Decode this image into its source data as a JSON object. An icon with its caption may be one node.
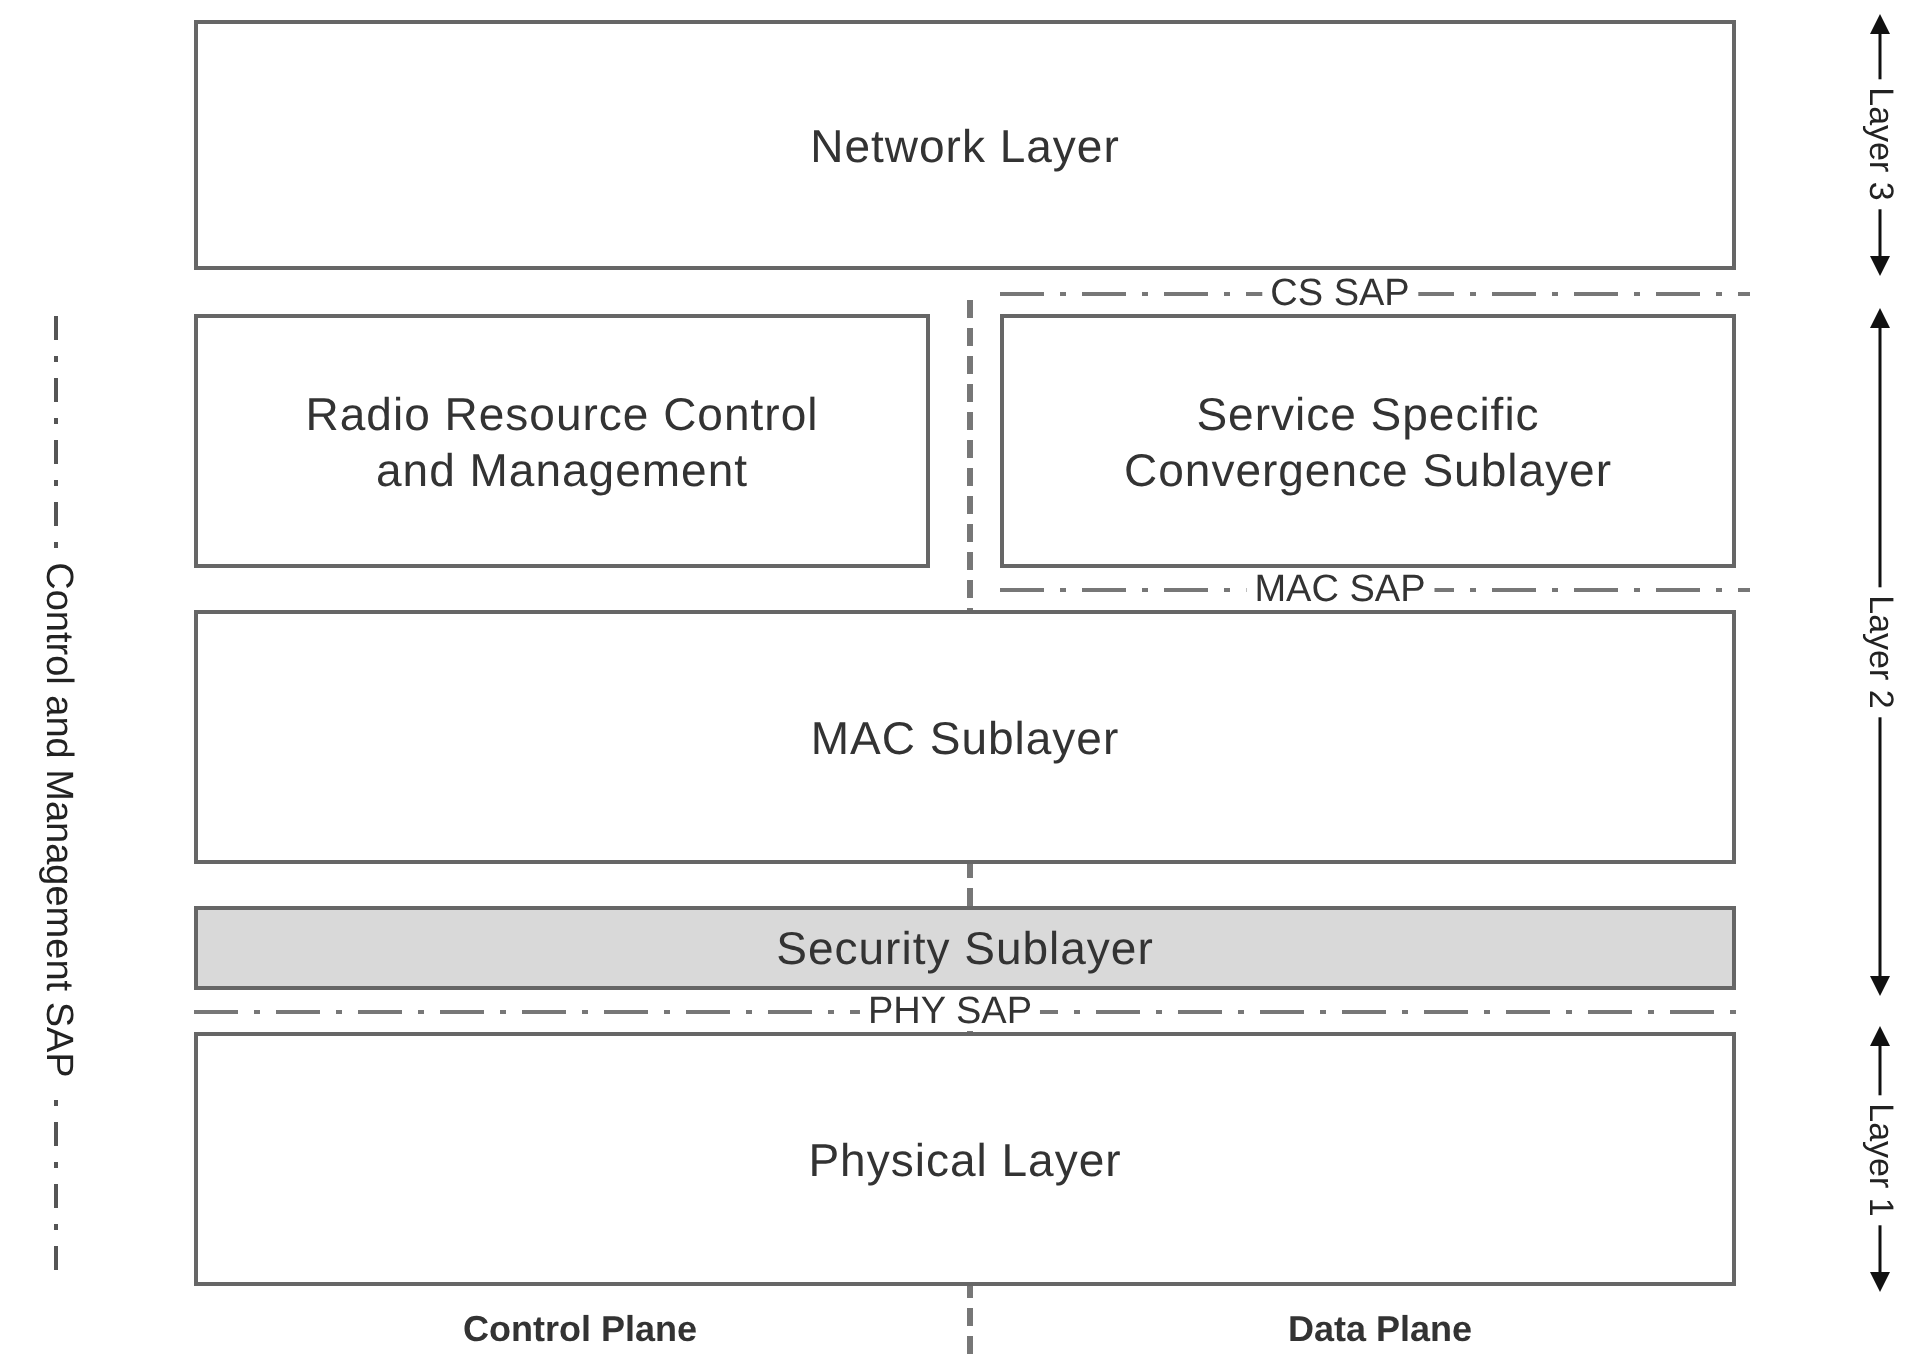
{
  "diagram": {
    "nodes": [
      {
        "text": [
          "Network Layer"
        ]
      },
      {
        "text": [
          "Radio Resource Control and Management"
        ]
      },
      {
        "text": [
          "Service Specific Convergence Sublayer"
        ]
      },
      {
        "text": [
          "MAC Sublayer"
        ]
      },
      {
        "text": [
          "Security Sublayer"
        ]
      },
      {
        "text": [
          "Physical Layer"
        ]
      }
    ],
    "labels": [
      "Layer 3",
      "CS SAP",
      "Layer 2",
      "Control and Management SAP",
      "MAC SAP",
      "PHY SAP",
      "Layer 1",
      "Control Plane",
      "Data Plane"
    ]
  }
}
